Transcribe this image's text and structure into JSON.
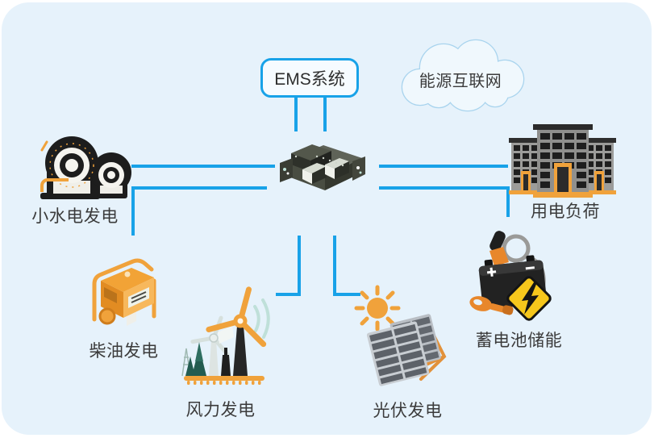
{
  "diagram": {
    "title_cloud": "能源互联网",
    "ems_label": "EMS系统",
    "nodes": {
      "hydro": {
        "label": "小水电发电",
        "icon": "hydro-generator-icon"
      },
      "diesel": {
        "label": "柴油发电",
        "icon": "diesel-generator-icon"
      },
      "wind": {
        "label": "风力发电",
        "icon": "wind-turbine-icon"
      },
      "solar": {
        "label": "光伏发电",
        "icon": "solar-panel-icon"
      },
      "battery": {
        "label": "蓄电池储能",
        "icon": "battery-storage-icon"
      },
      "load": {
        "label": "用电负荷",
        "icon": "building-load-icon"
      },
      "controller": {
        "label": "",
        "icon": "ems-controller-icon"
      }
    },
    "colors": {
      "board_bg": "#e6f2fb",
      "connector_blue": "#18a2e8",
      "accent_orange": "#f0a23b",
      "icon_dark": "#1d1d1d",
      "label_text": "#3b3b3b",
      "cloud_border": "#a9d4ee",
      "warning_yellow": "#f6c71c"
    }
  }
}
